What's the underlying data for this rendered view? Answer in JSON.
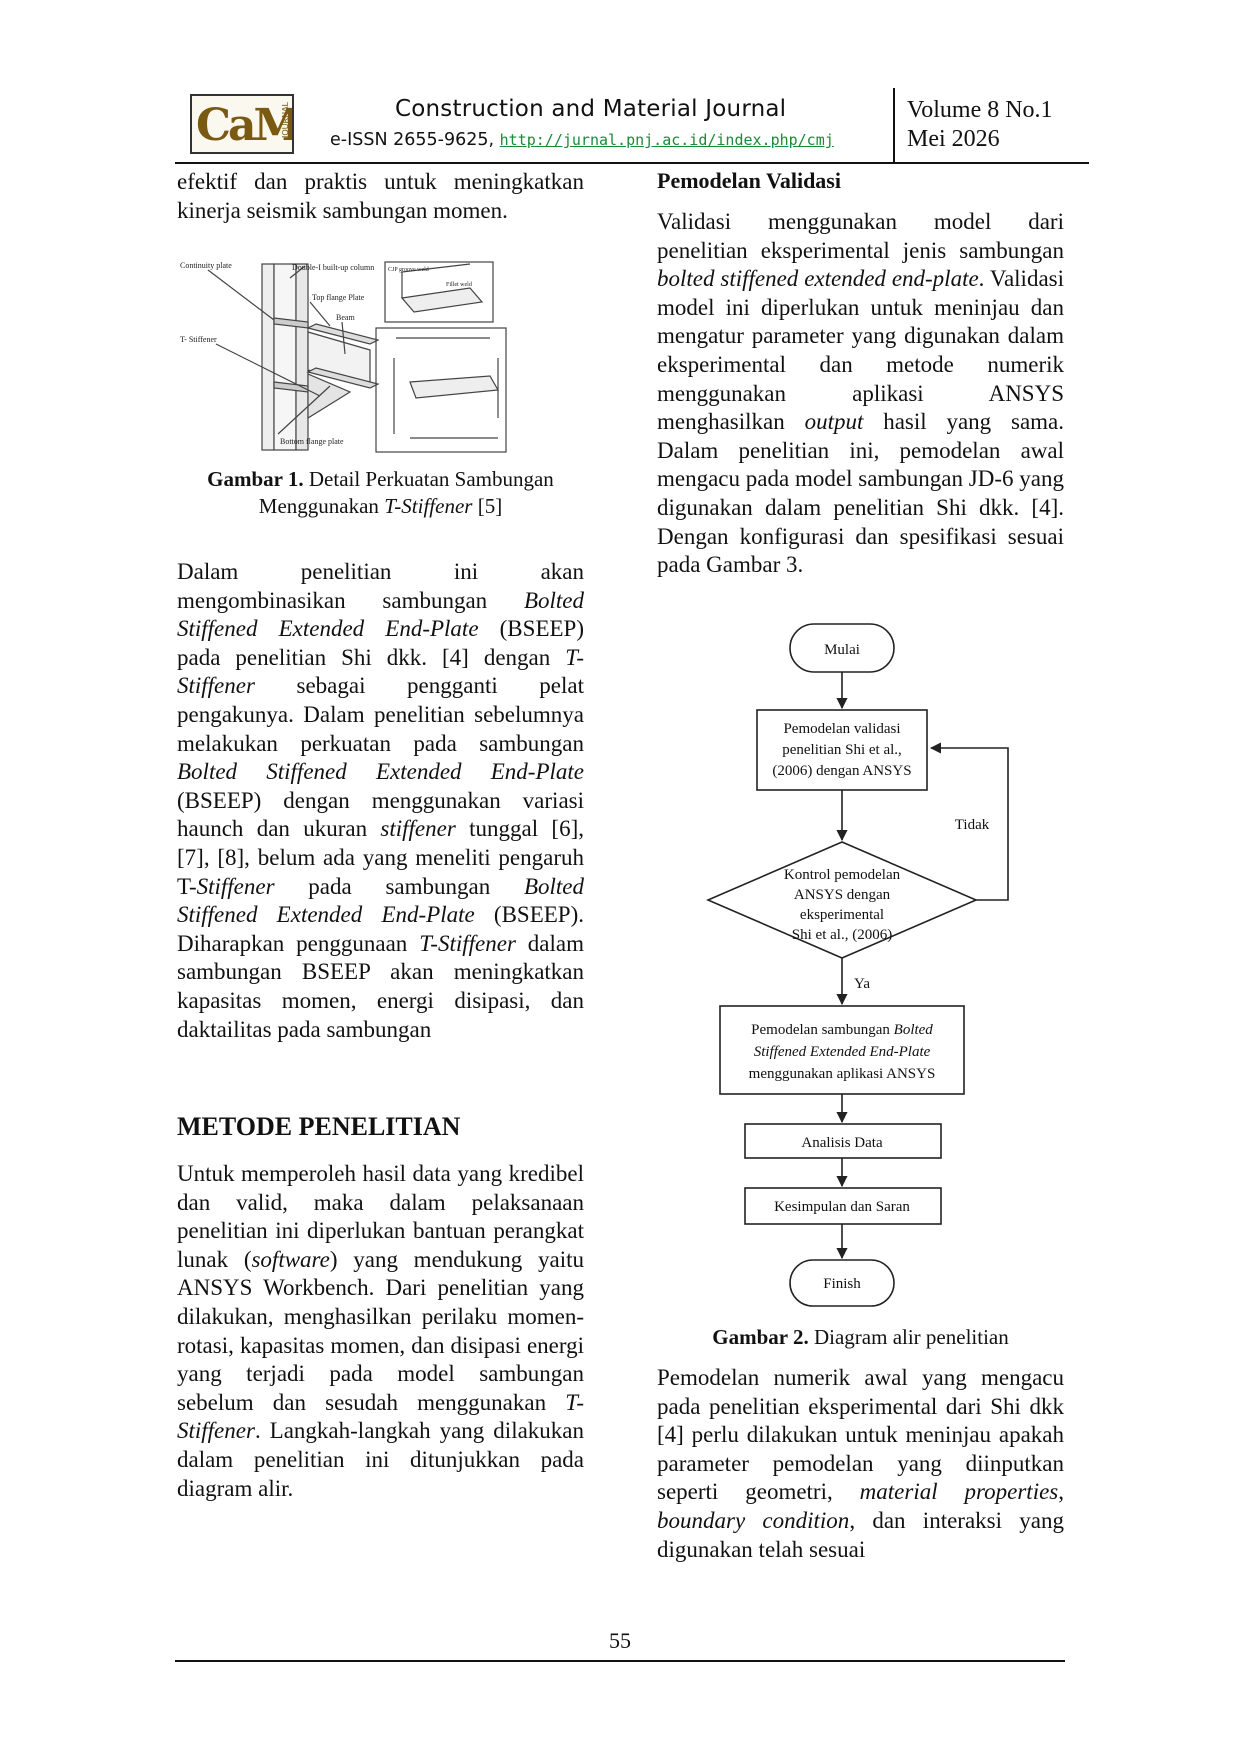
{
  "header": {
    "logo_text": "CaM",
    "logo_sub": "JOURNAL",
    "journal_title": "Construction and Material Journal",
    "issn": "e-ISSN 2655-9625,",
    "url": "http://jurnal.pnj.ac.id/index.php/cmj",
    "volume": "Volume 8 No.1",
    "date": "Mei 2026"
  },
  "left_column": {
    "intro_paragraph": "efektif dan praktis untuk meningkatkan kinerja seismik sambungan momen.",
    "figure1": {
      "labels": {
        "double_column": "Double-I built-up column",
        "continuity_plate": "Continuity plate",
        "top_flange": "Top flange Plate",
        "beam": "Beam",
        "t_stiffener": "T- Stiffener",
        "bottom_flange": "Bottom flange plate",
        "cjp_groove": "CJP groove weld",
        "fillet_weld": "Fillet weld"
      },
      "caption_label": "Gambar 1.",
      "caption_text": " Detail Perkuatan Sambungan",
      "caption_line2_pre": "Menggunakan ",
      "caption_line2_italic": "T-Stiffener",
      "caption_line2_post": " [5]"
    },
    "p2": {
      "s1": "Dalam penelitian ini akan mengombinasikan sambungan ",
      "s2": "Bolted Stiffened Extended End-Plate",
      "s3": " (BSEEP) pada penelitian Shi dkk. [4] dengan ",
      "s4": "T-Stiffener",
      "s5": " sebagai pengganti pelat pengakunya. Dalam penelitian sebelumnya melakukan perkuatan pada sambungan ",
      "s6": "Bolted Stiffened Extended End-Plate",
      "s7": " (BSEEP) dengan menggunakan variasi haunch dan ukuran ",
      "s8": "stiffener",
      "s9": " tunggal [6], [7], [8], belum ada yang meneliti pengaruh T-",
      "s10": "Stiffener",
      "s11": " pada sambungan ",
      "s12": "Bolted Stiffened Extended End-Plate",
      "s13": " (BSEEP). Diharapkan penggunaan ",
      "s14": "T-Stiffener",
      "s15": " dalam sambungan BSEEP akan meningkatkan kapasitas momen, energi disipasi, dan daktailitas pada sambungan"
    },
    "metode_heading": "METODE PENELITIAN",
    "p3": {
      "s1": "Untuk memperoleh hasil data yang kredibel dan valid, maka dalam pelaksanaan penelitian ini diperlukan bantuan perangkat lunak (",
      "s2": "software",
      "s3": ") yang mendukung yaitu ANSYS Workbench. Dari penelitian yang dilakukan, menghasilkan perilaku momen-rotasi, kapasitas momen, dan disipasi energi yang terjadi pada model sambungan sebelum dan sesudah menggunakan ",
      "s4": "T-Stiffener",
      "s5": ". Langkah-langkah yang dilakukan dalam penelitian ini ditunjukkan pada diagram alir."
    }
  },
  "right_column": {
    "heading": "Pemodelan Validasi",
    "p1": {
      "s1": "Validasi menggunakan model dari penelitian eksperimental jenis sambungan ",
      "s2": "bolted stiffened extended end-plate",
      "s3": ". Validasi model ini diperlukan untuk meninjau dan mengatur parameter yang digunakan dalam eksperimental dan metode numerik menggunakan aplikasi ANSYS menghasilkan ",
      "s4": "output",
      "s5": " hasil yang sama. Dalam penelitian ini, pemodelan awal mengacu pada model sambungan JD-6 yang digunakan dalam penelitian Shi dkk. [4]. Dengan konfigurasi dan spesifikasi sesuai pada Gambar 3."
    },
    "flowchart": {
      "start": "Mulai",
      "step1": [
        "Pemodelan validasi",
        "penelitian Shi et al.,",
        "(2006) dengan ANSYS"
      ],
      "decision": [
        "Kontrol pemodelan",
        "ANSYS dengan",
        "eksperimental",
        "Shi et al., (2006)"
      ],
      "no_label": "Tidak",
      "yes_label": "Ya",
      "step2_line1_pre": "Pemodelan sambungan ",
      "step2_line1_italic": "Bolted",
      "step2_line2_italic": "Stiffened Extended End-Plate",
      "step2_line3": "menggunakan aplikasi ANSYS",
      "step3": "Analisis Data",
      "step4": "Kesimpulan dan Saran",
      "end": "Finish"
    },
    "fig2_caption_label": "Gambar 2.",
    "fig2_caption_text": " Diagram alir penelitian",
    "p2": {
      "s1": "Pemodelan numerik awal yang mengacu pada penelitian eksperimental dari Shi dkk [4] perlu dilakukan untuk meninjau apakah parameter pemodelan yang diinputkan seperti geometri, ",
      "s2": "material properties",
      "s3": ", ",
      "s4": "boundary condition",
      "s5": ", dan interaksi yang digunakan telah sesuai"
    }
  },
  "footer": {
    "page_number": "55"
  }
}
